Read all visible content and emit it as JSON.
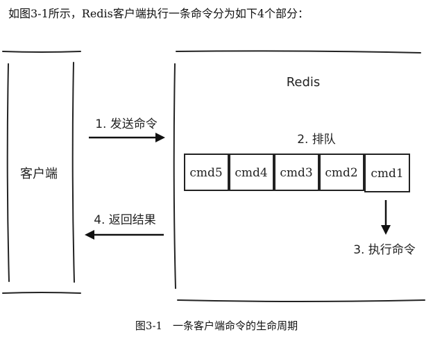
{
  "intro": "如图3-1所示，Redis客户端执行一条命令分为如下4个部分：",
  "diagram": {
    "client_label": "客户端",
    "server_label": "Redis",
    "step_send": "1. 发送命令",
    "step_queue": "2. 排队",
    "step_return": "4. 返回结果",
    "step_execute": "3. 执行命令",
    "queue": [
      "cmd5",
      "cmd4",
      "cmd3",
      "cmd2",
      "cmd1"
    ]
  },
  "caption": "图3-1　一条客户端命令的生命周期"
}
